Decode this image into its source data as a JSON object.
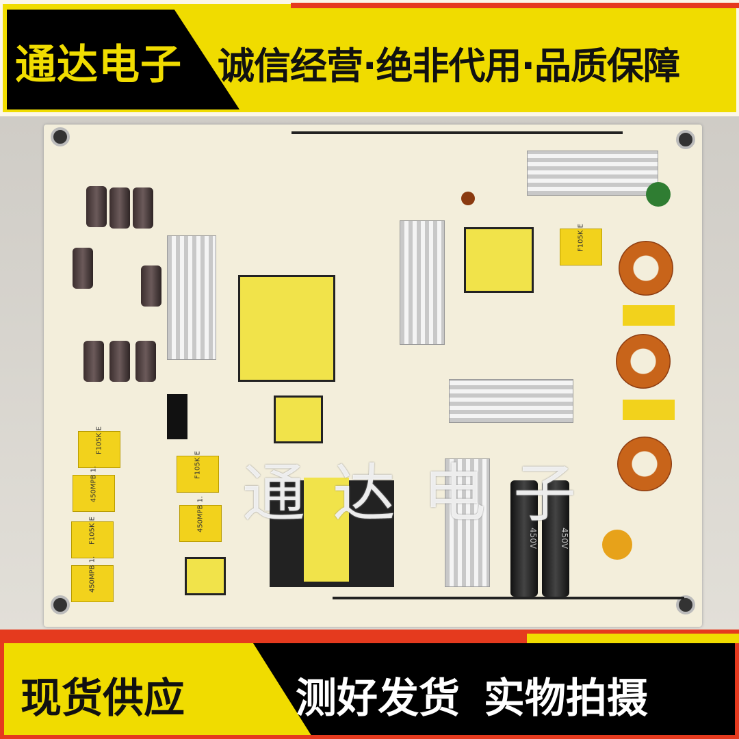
{
  "top_banner": {
    "brand": "通达电子",
    "slogan": "诚信经营·绝非代用·品质保障",
    "colors": {
      "yellow": "#f0dc00",
      "black": "#000000",
      "red": "#e53a1e"
    }
  },
  "photo": {
    "subject": "power-supply-board",
    "watermark": "通达电子",
    "capacitor_label": [
      "F105K  E",
      "450MPB 1."
    ],
    "bulk_capacitor_label": "450V"
  },
  "bottom_banner": {
    "left_text": "现货供应",
    "right_text": "测好发货 实物拍摄"
  }
}
